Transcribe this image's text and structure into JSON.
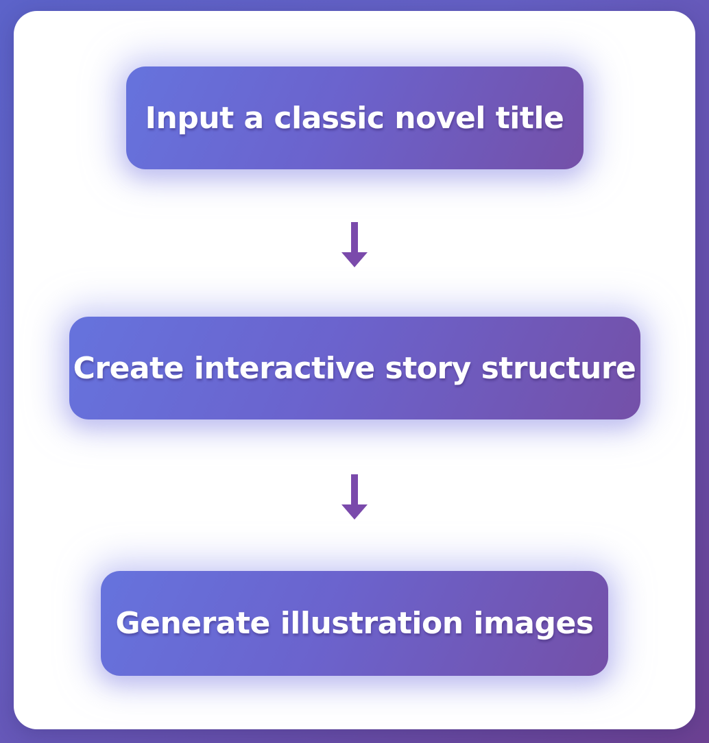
{
  "diagram": {
    "type": "flowchart",
    "direction": "top-to-bottom",
    "steps": [
      {
        "id": 1,
        "label": "Input a classic novel title"
      },
      {
        "id": 2,
        "label": "Create interactive story structure"
      },
      {
        "id": 3,
        "label": "Generate illustration images"
      }
    ],
    "connectors": [
      {
        "from": 1,
        "to": 2,
        "icon": "down-arrow-icon"
      },
      {
        "from": 2,
        "to": 3,
        "icon": "down-arrow-icon"
      }
    ]
  },
  "colors": {
    "page_background_gradient_start": "#5c63c9",
    "page_background_gradient_end": "#6c4192",
    "card_background": "#ffffff",
    "node_gradient_start": "#6673dd",
    "node_gradient_end": "#7450a8",
    "node_text": "#ffffff",
    "arrow": "#7a4aab",
    "node_glow": "#b0b5f3"
  }
}
